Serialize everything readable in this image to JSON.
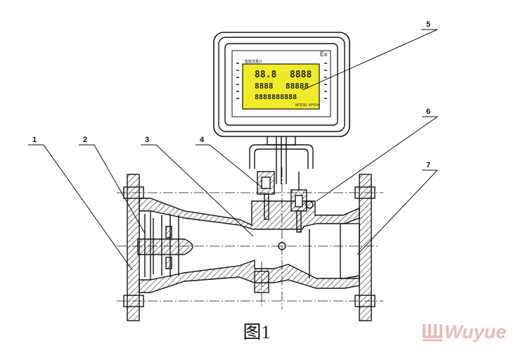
{
  "diagram": {
    "caption": "图1",
    "callouts": [
      "1",
      "2",
      "3",
      "4",
      "5",
      "6",
      "7"
    ],
    "display_badge": "Ex",
    "lcd_header": "智能流量计",
    "lcd_row1_left": "88.8",
    "lcd_row1_right": "8888",
    "lcd_row2_left": "8888",
    "lcd_row2_right": "88888",
    "lcd_row3": "8888888888",
    "lcd_footer": "MODEL WYFM"
  },
  "watermark": {
    "text": "Wuyue",
    "color": "#e9bcbc"
  }
}
